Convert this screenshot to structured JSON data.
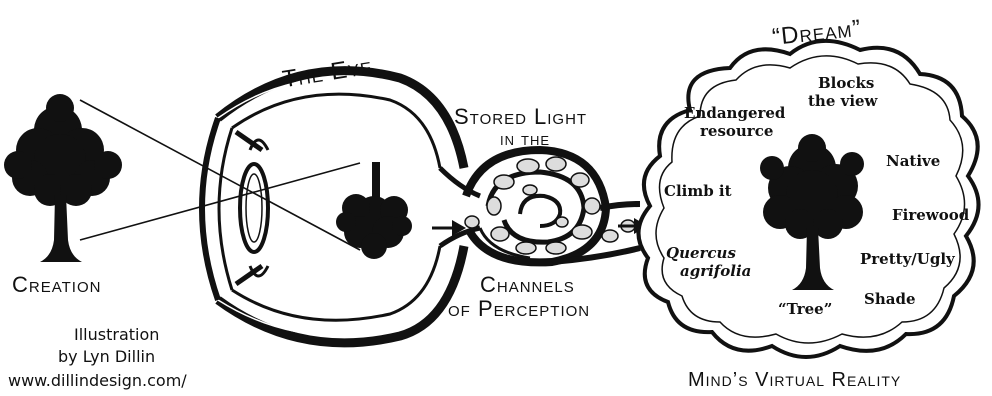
{
  "labels": {
    "the_eye": "The Eye",
    "creation": "Creation",
    "stored_light_1": "Stored Light",
    "stored_light_2": "in the",
    "channels_1": "Channels",
    "channels_2": "of Perception",
    "dream": "“Dream”",
    "minds_virtual_reality": "Mind’s Virtual Reality"
  },
  "credit": {
    "line1": "Illustration",
    "line2": "by Lyn Dillin",
    "line3": "www.dillindesign.com/"
  },
  "cloud_words": {
    "endangered_1": "Endangered",
    "endangered_2": "resource",
    "blocks_1": "Blocks",
    "blocks_2": "the view",
    "native": "Native",
    "climb": "Climb it",
    "firewood": "Firewood",
    "quercus_1": "Quercus",
    "quercus_2": "agrifolia",
    "pretty": "Pretty/Ugly",
    "tree": "“Tree”",
    "shade": "Shade"
  },
  "icons": [
    "tree-icon",
    "eyeball-icon",
    "inverted-tree-icon",
    "brain-spiral-icon",
    "arrow-right-icon",
    "thought-cloud-icon"
  ]
}
